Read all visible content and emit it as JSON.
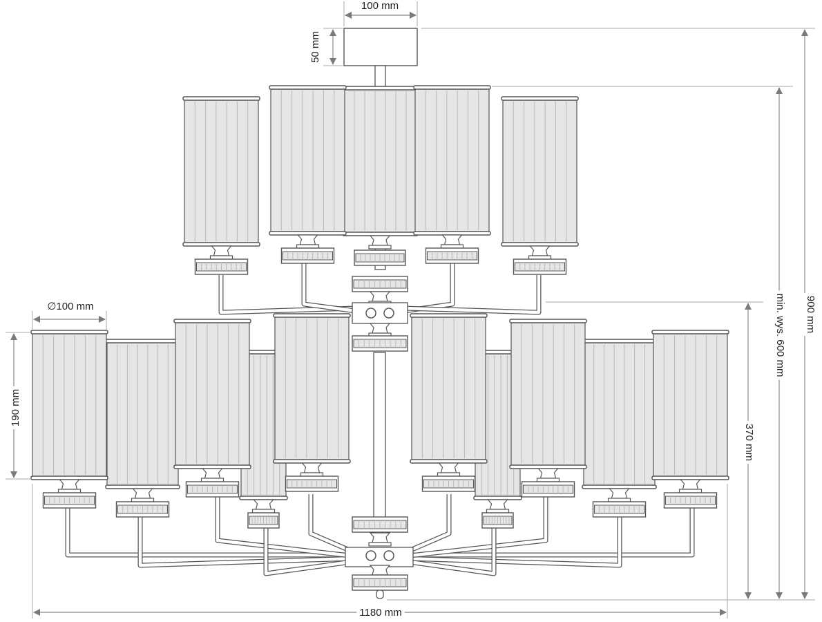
{
  "dimensions": {
    "canopy_width": "100 mm",
    "canopy_height": "50 mm",
    "shade_diameter": "∅100 mm",
    "shade_height": "190 mm",
    "total_width": "1180 mm",
    "total_height": "900 mm",
    "min_height": "min. wys. 600 mm",
    "lower_tier_height": "370 mm"
  },
  "colors": {
    "line": "#555555",
    "shade_fill": "#e6e6e6",
    "shade_rib": "#b8b8b8",
    "dimension_line": "#888888",
    "arrow": "#777777",
    "text": "#222222"
  }
}
